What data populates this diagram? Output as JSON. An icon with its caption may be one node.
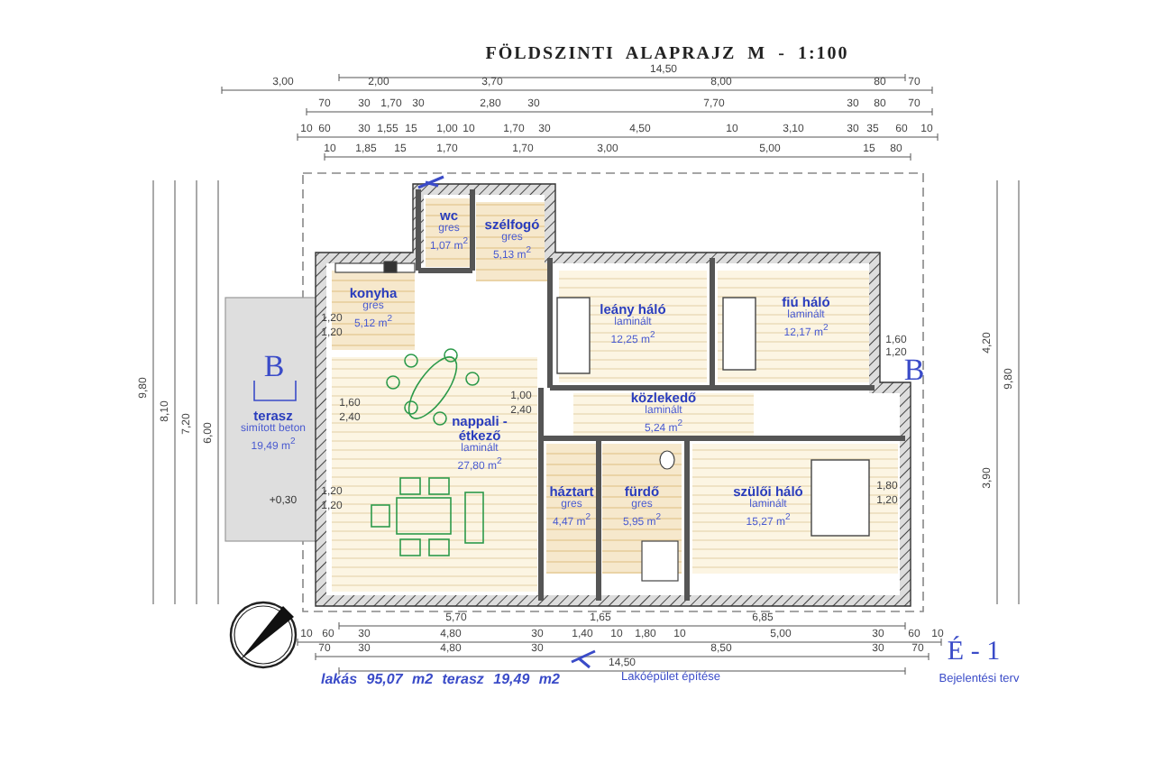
{
  "diagram": {
    "title": "FÖLDSZINTI ALAPRAJZ M - 1:100",
    "nodes": [
      {
        "text": [
          "wc",
          "gres",
          "1,07 m$^{2}$"
        ]
      },
      {
        "text": [
          "szélfogó",
          "gres",
          "5,13 m$^{2}$"
        ]
      },
      {
        "text": [
          "konyha",
          "gres",
          "5,12 m$^{2}$"
        ]
      },
      {
        "text": [
          "leány háló",
          "laminált",
          "12,25 m$^{2}$"
        ]
      },
      {
        "text": [
          "fiú háló",
          "laminált",
          "12,17 m$^{2}$"
        ]
      },
      {
        "text": [
          "terasz",
          "simított beton",
          "19,49 m$^{2}$"
        ]
      },
      {
        "text": [
          "közlekedő",
          "laminált",
          "5,24 m$^{2}$"
        ]
      },
      {
        "text": [
          "nappali - étkező",
          "laminált",
          "27,80 m$^{2}$"
        ]
      },
      {
        "text": [
          "háztart",
          "gres",
          "4,47 m$^{2}$"
        ]
      },
      {
        "text": [
          "fürdő",
          "gres",
          "5,95 m$^{2}$"
        ]
      },
      {
        "text": [
          "szülői háló",
          "laminált",
          "15,27 m$^{2}$"
        ]
      }
    ],
    "labels": [
      "14,50",
      "3,00",
      "2,00",
      "3,70",
      "8,00",
      "80",
      "70",
      "70",
      "30",
      "1,70",
      "30",
      "2,80",
      "30",
      "7,70",
      "30",
      "80",
      "70",
      "10",
      "60",
      "30",
      "1,55",
      "15",
      "1,00",
      "10",
      "1,70",
      "30",
      "4,50",
      "10",
      "3,10",
      "30",
      "35",
      "60",
      "10",
      "10",
      "1,85",
      "15",
      "1,70",
      "1,70",
      "3,00",
      "5,00",
      "15",
      "80",
      "9,80",
      "8,10",
      "7,20",
      "6,00",
      "B",
      "1,20",
      "1,20",
      "1,60",
      "2,40",
      "1,00",
      "2,40",
      "+0,30",
      "1,20",
      "1,20",
      "1,60",
      "1,20",
      "B",
      "1,80",
      "1,20",
      "4,20",
      "9,80",
      "3,90",
      "5,70",
      "1,65",
      "6,85",
      "10",
      "60",
      "30",
      "4,80",
      "30",
      "1,40",
      "10",
      "1,80",
      "10",
      "5,00",
      "30",
      "60",
      "10",
      "70",
      "30",
      "4,80",
      "30",
      "8,50",
      "30",
      "70",
      "14,50",
      "lakás 95,07 m2 terasz 19,49 m2",
      "Lakóépület építése",
      "É - 1",
      "Bejelentési terv"
    ]
  }
}
